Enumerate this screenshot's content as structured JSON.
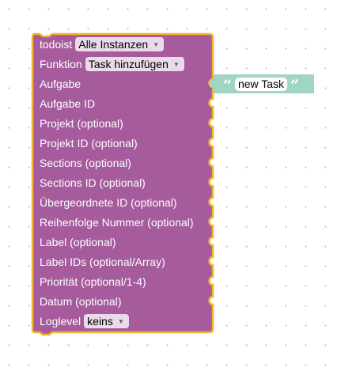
{
  "block": {
    "colors": {
      "fill": "#a55b9c",
      "outline": "#f4b42b",
      "text": "#ffffff",
      "dropdown_bg": "#e9dbe9"
    },
    "rows": [
      {
        "label": "todoist",
        "dropdown": "Alle Instanzen"
      },
      {
        "label": "Funktion",
        "dropdown": "Task hinzufügen"
      },
      {
        "label": "Aufgabe"
      },
      {
        "label": "Aufgabe ID"
      },
      {
        "label": "Projekt (optional)"
      },
      {
        "label": "Projekt ID (optional)"
      },
      {
        "label": "Sections (optional)"
      },
      {
        "label": "Sections ID (optional)"
      },
      {
        "label": "Übergeordnete ID (optional)"
      },
      {
        "label": "Reihenfolge Nummer (optional)"
      },
      {
        "label": "Label (optional)"
      },
      {
        "label": "Label IDs (optional/Array)"
      },
      {
        "label": "Priorität (optional/1-4)"
      },
      {
        "label": "Datum (optional)"
      },
      {
        "label": "Loglevel",
        "dropdown": "keins"
      }
    ]
  },
  "text_block": {
    "value": "new Task",
    "open_quote": "“",
    "close_quote": "”",
    "color": "#a0d4c4"
  },
  "icons": {
    "dropdown_arrow": "▼"
  }
}
